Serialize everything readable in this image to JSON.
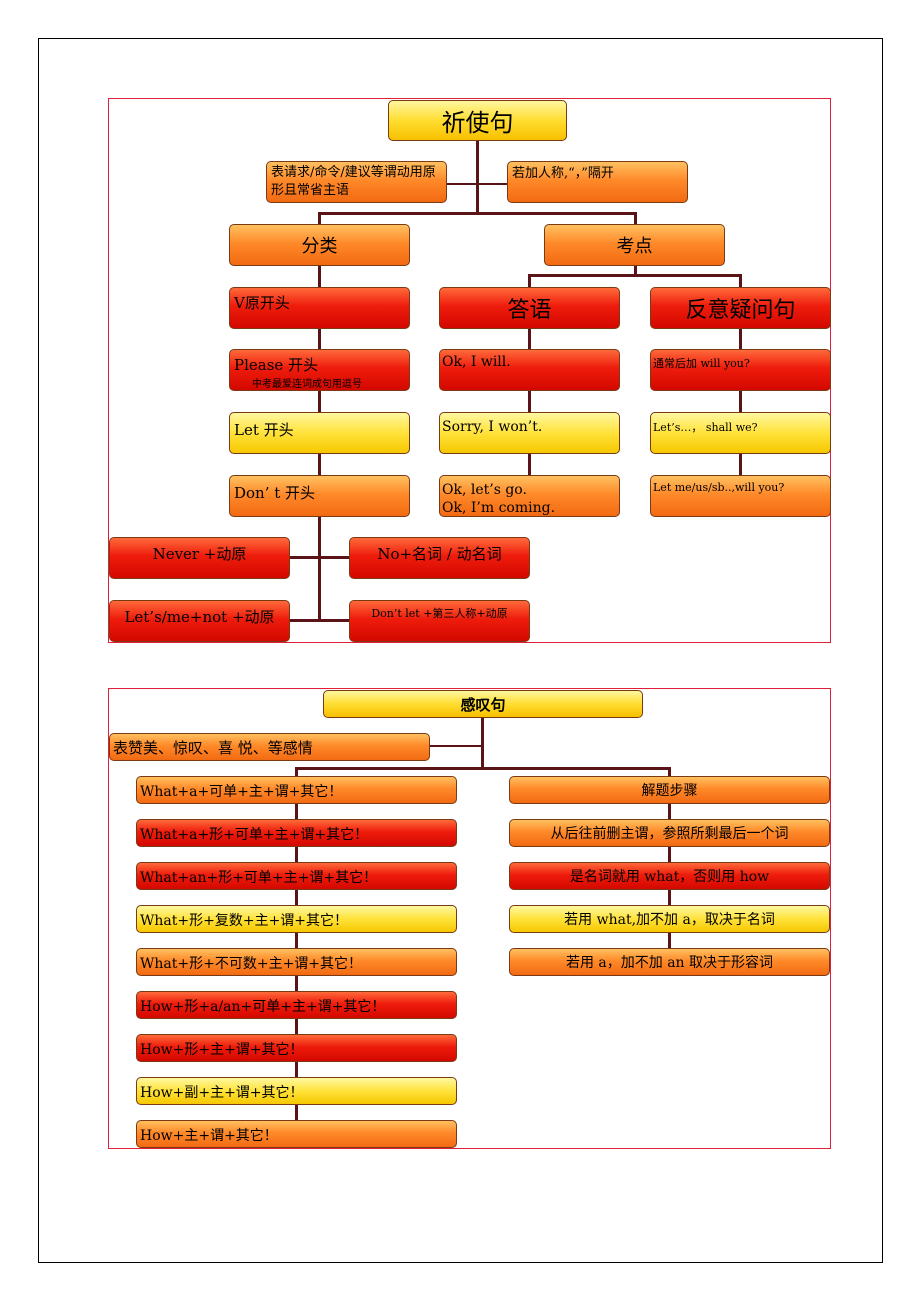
{
  "imperative": {
    "title": "祈使句",
    "note_left": "表请求/命令/建议等谓动用原形且常省主语",
    "note_right": "若加人称,“，”隔开",
    "category_head": "分类",
    "exam_head": "考点",
    "categories": [
      "V原开头",
      "Please 开头",
      "Let 开头",
      "Don’ t 开头"
    ],
    "please_sub": "中考最爱连词成句用逗号",
    "never": "Never +动原",
    "lets_not": "Let’s/me+not +动原",
    "no_noun": "No+名词 / 动名词",
    "dont_let": "Don’t let +第三人称+动原",
    "answer_head": "答语",
    "answers": [
      "Ok, I will.",
      "Sorry, I won’t.",
      "Ok, let’s go.",
      "Ok, I’m coming."
    ],
    "tag_head": "反意疑问句",
    "tags": [
      "通常后加 will you?",
      "Let’s…，  shall we?",
      "Let me/us/sb..,will you?"
    ]
  },
  "exclamatory": {
    "title": "感叹句",
    "note": "表赞美、惊叹、喜 悦、等感情",
    "patterns": [
      "What+a+可单+主+谓+其它！",
      "What+a+形+可单+主+谓+其它！",
      "What+an+形+可单+主+谓+其它！",
      "What+形+复数+主+谓+其它！",
      "What+形+不可数+主+谓+其它！",
      "How+形+a/an+可单+主+谓+其它！",
      "How+形+主+谓+其它！",
      "How+副+主+谓+其它！",
      "How+主+谓+其它！"
    ],
    "steps_head": "解题步骤",
    "steps": [
      "从后往前删主谓，参照所剩最后一个词",
      "是名词就用 what，否则用 how",
      "若用 what,加不加 a，取决于名词",
      "若用 a，加不加 an 取决于形容词"
    ]
  }
}
